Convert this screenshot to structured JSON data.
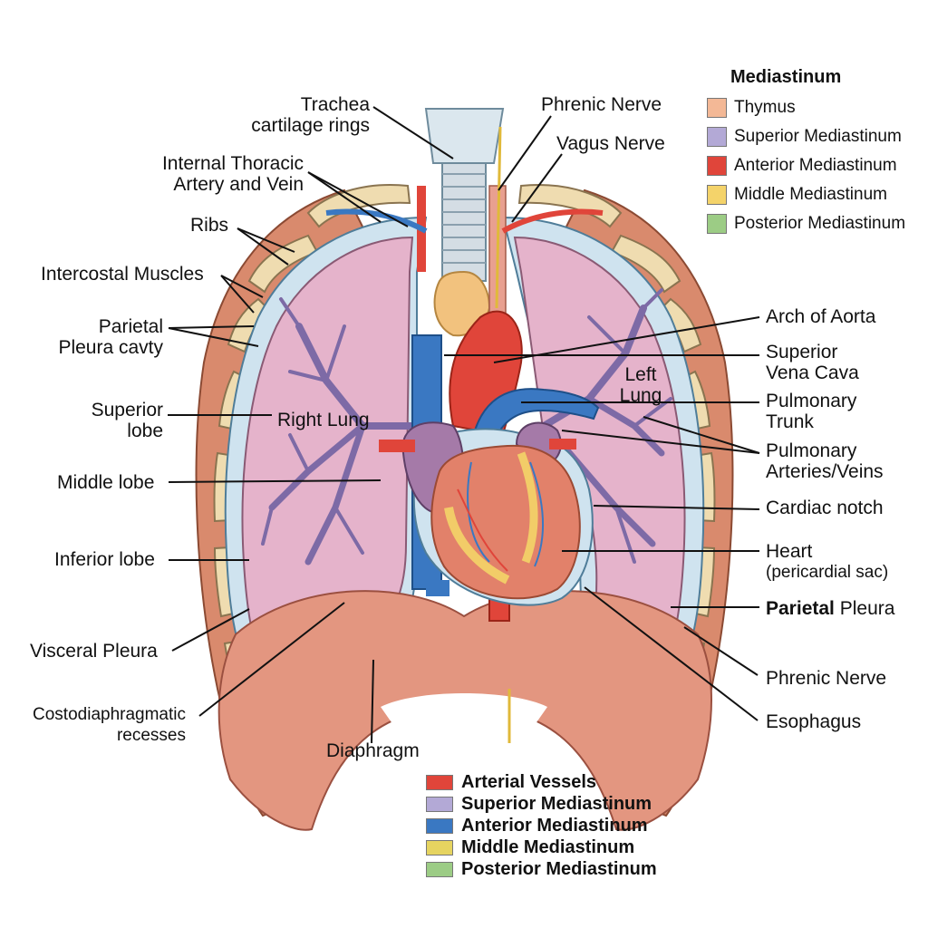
{
  "labels": {
    "trachea": [
      "Trachea",
      "cartilage rings"
    ],
    "phrenic_nerve_top": "Phrenic Nerve",
    "vagus_nerve": "Vagus Nerve",
    "internal_thoracic": [
      "Internal Thoracic",
      "Artery and Vein"
    ],
    "ribs": "Ribs",
    "intercostal_muscles": "Intercostal Muscles",
    "parietal_pleura_cavity": [
      "Parietal",
      "Pleura cavty"
    ],
    "superior_lobe": [
      "Superior",
      "lobe"
    ],
    "right_lung": "Right Lung",
    "middle_lobe": "Middle lobe",
    "inferior_lobe": "Inferior lobe",
    "visceral_pleura": "Visceral Pleura",
    "costodiaphragmatic": [
      "Costodiaphragmatic",
      "recesses"
    ],
    "diaphragm": "Diaphragm",
    "arch_of_aorta": "Arch of Aorta",
    "left_lung": [
      "Left",
      "Lung"
    ],
    "svc": [
      "Superior",
      "Vena Cava"
    ],
    "pulmonary_trunk": [
      "Pulmonary",
      "Trunk"
    ],
    "pulmonary_arteries": [
      "Pulmonary",
      "Arteries/Veins"
    ],
    "cardiac_notch": "Cardiac notch",
    "heart": [
      "Heart",
      "(pericardial sac)"
    ],
    "parietal_pleura_bold": "Parietal",
    "parietal_pleura_rest": " Pleura",
    "phrenic_nerve_bottom": "Phrenic Nerve",
    "esophagus": "Esophagus"
  },
  "legend_top": {
    "title": "Mediastinum",
    "items": [
      {
        "label": "Thymus",
        "color": "#f3b896"
      },
      {
        "label": "Superior Mediastinum",
        "color": "#b3a9d6"
      },
      {
        "label": "Anterior Mediastinum",
        "color": "#e0453a"
      },
      {
        "label": "Middle Mediastinum",
        "color": "#f4d36a"
      },
      {
        "label": "Posterior Mediastinum",
        "color": "#9ccc85"
      }
    ]
  },
  "legend_bottom": {
    "items": [
      {
        "label": "Arterial Vessels",
        "color": "#e0453a"
      },
      {
        "label": "Superior Mediastinum",
        "color": "#b3a9d6"
      },
      {
        "label": "Anterior Mediastinum",
        "color": "#3a78c2"
      },
      {
        "label": "Middle Mediastinum",
        "color": "#e6d460"
      },
      {
        "label": "Posterior Mediastinum",
        "color": "#9ccc85"
      }
    ]
  }
}
